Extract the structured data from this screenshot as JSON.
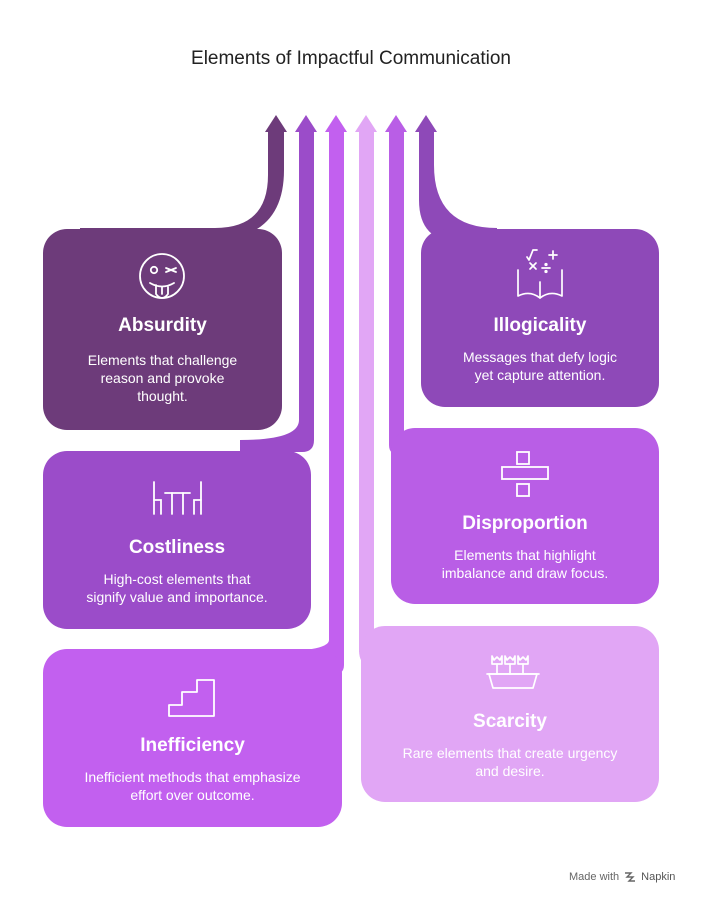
{
  "title": "Elements of Impactful Communication",
  "colors": {
    "absurdity": "#6d3b7a",
    "costliness": "#9b4cc9",
    "inefficiency": "#c260ef",
    "illogicality": "#8e49b8",
    "disproportion": "#b95ee6",
    "scarcity": "#e1a6f5"
  },
  "cards": {
    "absurdity": {
      "heading": "Absurdity",
      "description_lines": [
        "Elements that challenge",
        "reason and provoke",
        "thought."
      ],
      "icon": "tongue-wink-face-icon"
    },
    "costliness": {
      "heading": "Costliness",
      "description_lines": [
        "High-cost elements that",
        "signify value and importance."
      ],
      "icon": "dining-table-icon"
    },
    "inefficiency": {
      "heading": "Inefficiency",
      "description_lines": [
        "Inefficient methods that emphasize",
        "effort over outcome."
      ],
      "icon": "stairs-icon"
    },
    "illogicality": {
      "heading": "Illogicality",
      "description_lines": [
        "Messages that defy logic",
        "yet capture attention."
      ],
      "icon": "math-book-icon"
    },
    "disproportion": {
      "heading": "Disproportion",
      "description_lines": [
        "Elements that highlight",
        "imbalance and draw focus."
      ],
      "icon": "uneven-blocks-icon"
    },
    "scarcity": {
      "heading": "Scarcity",
      "description_lines": [
        "Rare elements that create urgency",
        "and desire."
      ],
      "icon": "flower-planter-icon"
    }
  },
  "footer": {
    "made_with": "Made with",
    "brand": "Napkin"
  }
}
